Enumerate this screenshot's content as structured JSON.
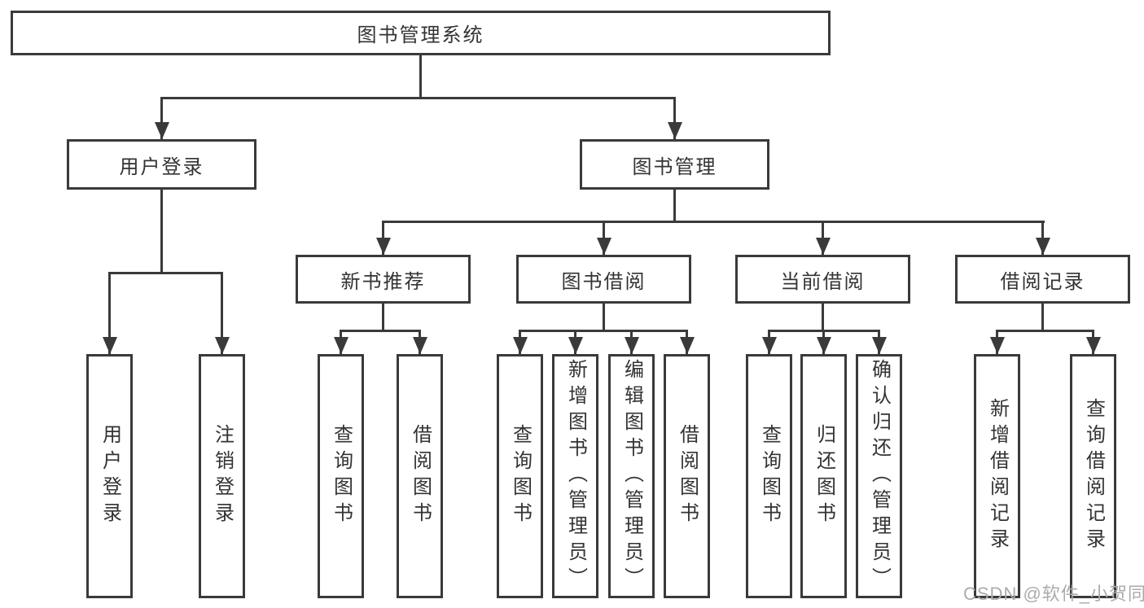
{
  "diagram_type": "hierarchy-tree",
  "nodes": {
    "root": "图书管理系统",
    "user_login": "用户登录",
    "book_management": "图书管理",
    "new_book_recommendation": "新书推荐",
    "book_borrowing": "图书借阅",
    "current_borrowing": "当前借阅",
    "borrowing_records": "借阅记录"
  },
  "leaves": [
    "用户登录",
    "注销登录",
    "查询图书",
    "借阅图书",
    "查询图书",
    "新增图书（管理员）",
    "编辑图书（管理员）",
    "借阅图书",
    "查询图书",
    "归还图书",
    "确认归还（管理员）",
    "新增借阅记录",
    "查询借阅记录"
  ],
  "watermark": "CSDN @软件_小贺同学",
  "colors": {
    "line": "#3a3a3a",
    "text": "#333333",
    "watermark": "#ababab",
    "background": "#ffffff"
  }
}
